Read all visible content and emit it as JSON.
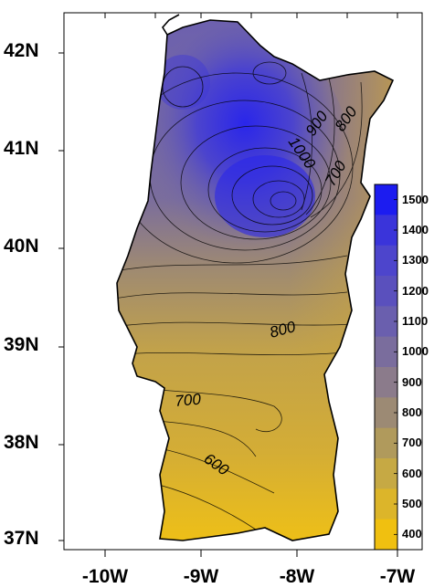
{
  "map": {
    "lat_labels": [
      "42N",
      "41N",
      "40N",
      "39N",
      "38N",
      "37N"
    ],
    "lon_labels": [
      "-10W",
      "-9W",
      "-8W",
      "-7W"
    ],
    "contour_labels": [
      "900",
      "800",
      "1000",
      "700",
      "800",
      "700",
      "600"
    ],
    "colorbar": {
      "labels": [
        "1500",
        "1400",
        "1300",
        "1200",
        "1100",
        "1000",
        "900",
        "800",
        "700",
        "600",
        "500",
        "400"
      ],
      "colors": [
        "#1c1cf0",
        "#3a34da",
        "#4d45cc",
        "#5a50bd",
        "#6a5fae",
        "#7a6d9d",
        "#8b7b8b",
        "#9c8a74",
        "#b09a5c",
        "#c6a944",
        "#dcb52a",
        "#f0c010"
      ]
    }
  }
}
